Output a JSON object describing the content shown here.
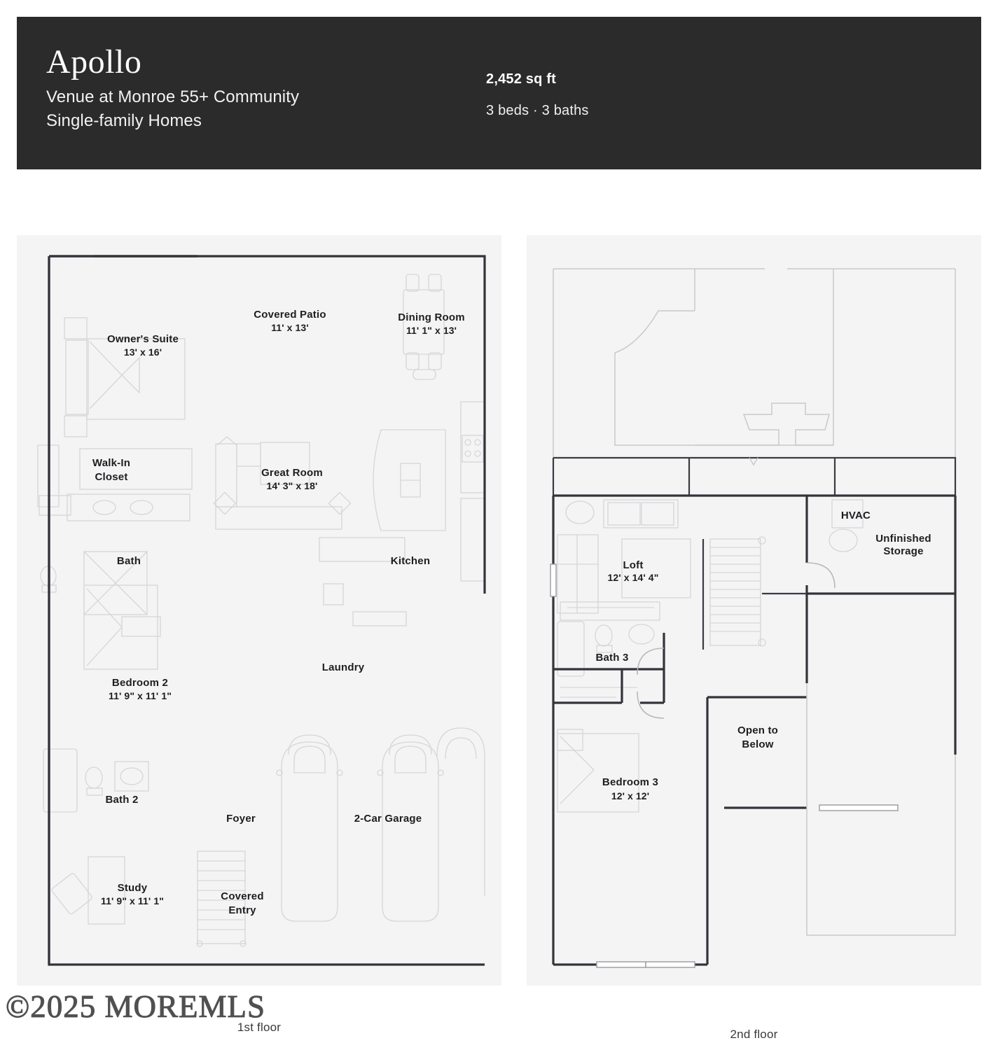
{
  "header": {
    "plan_name": "Apollo",
    "community": "Venue at Monroe 55+ Community",
    "home_type": "Single-family Homes",
    "square_feet": "2,452 sq ft",
    "beds_baths": "3 beds · 3 baths",
    "background_color": "#2b2b2b",
    "text_color": "#ffffff"
  },
  "watermark": {
    "text": "©2025 MOREMLS"
  },
  "floors": [
    {
      "caption": "1st floor",
      "rooms": [
        {
          "name": "Owner's Suite",
          "dimensions": "13' x 16'"
        },
        {
          "name": "Covered Patio",
          "dimensions": "11' x 13'"
        },
        {
          "name": "Dining Room",
          "dimensions": "11' 1\" x 13'"
        },
        {
          "name": "Walk-In Closet",
          "dimensions": ""
        },
        {
          "name": "Great Room",
          "dimensions": "14' 3\" x 18'"
        },
        {
          "name": "Kitchen",
          "dimensions": ""
        },
        {
          "name": "Bath",
          "dimensions": ""
        },
        {
          "name": "Bedroom 2",
          "dimensions": "11' 9\" x 11' 1\""
        },
        {
          "name": "Laundry",
          "dimensions": ""
        },
        {
          "name": "Bath 2",
          "dimensions": ""
        },
        {
          "name": "Foyer",
          "dimensions": ""
        },
        {
          "name": "2-Car Garage",
          "dimensions": ""
        },
        {
          "name": "Study",
          "dimensions": "11' 9\" x 11' 1\""
        },
        {
          "name": "Covered Entry",
          "dimensions": ""
        }
      ]
    },
    {
      "caption": "2nd floor",
      "rooms": [
        {
          "name": "HVAC",
          "dimensions": ""
        },
        {
          "name": "Unfinished Storage",
          "dimensions": ""
        },
        {
          "name": "Loft",
          "dimensions": "12' x 14' 4\""
        },
        {
          "name": "Bath 3",
          "dimensions": ""
        },
        {
          "name": "Open to Below",
          "dimensions": ""
        },
        {
          "name": "Bedroom 3",
          "dimensions": "12' x 12'"
        }
      ]
    }
  ],
  "labels": {
    "f1": {
      "owners_suite": "Owner's Suite",
      "owners_suite_dim": "13' x 16'",
      "covered_patio": "Covered Patio",
      "covered_patio_dim": "11' x 13'",
      "dining_room": "Dining Room",
      "dining_room_dim": "11' 1\" x 13'",
      "walkin_1": "Walk-In",
      "walkin_2": "Closet",
      "great_room": "Great Room",
      "great_room_dim": "14' 3\" x 18'",
      "kitchen": "Kitchen",
      "bath": "Bath",
      "bedroom2": "Bedroom 2",
      "bedroom2_dim": "11' 9\" x 11' 1\"",
      "laundry": "Laundry",
      "bath2": "Bath 2",
      "foyer": "Foyer",
      "garage": "2-Car Garage",
      "study": "Study",
      "study_dim": "11' 9\" x 11' 1\"",
      "entry_1": "Covered",
      "entry_2": "Entry"
    },
    "f2": {
      "hvac": "HVAC",
      "storage_1": "Unfinished",
      "storage_2": "Storage",
      "loft": "Loft",
      "loft_dim": "12' x 14' 4\"",
      "bath3": "Bath 3",
      "open_1": "Open to",
      "open_2": "Below",
      "bedroom3": "Bedroom 3",
      "bedroom3_dim": "12' x 12'"
    }
  }
}
